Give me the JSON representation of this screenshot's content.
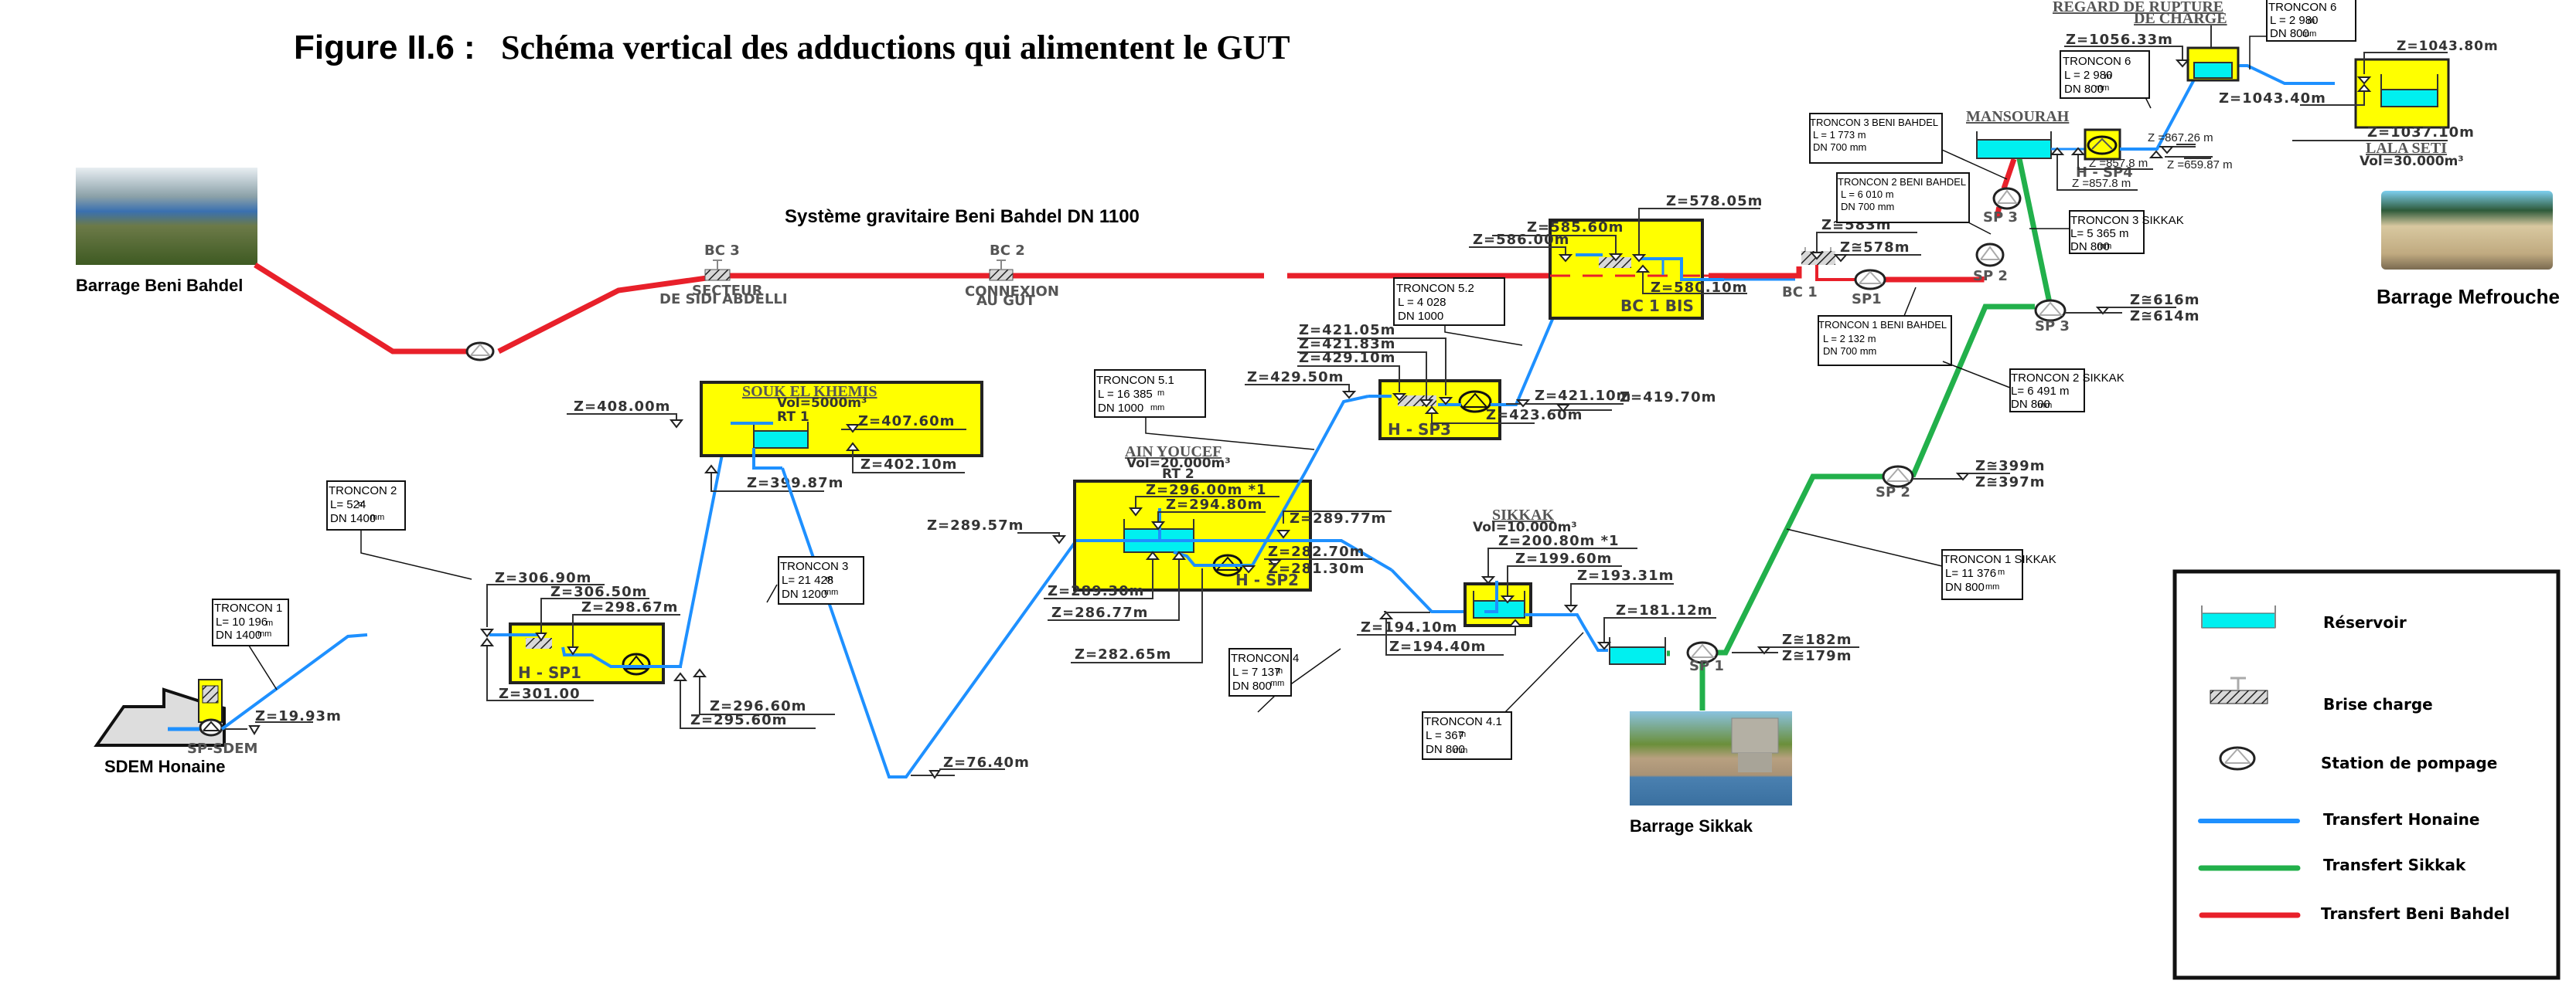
{
  "title": {
    "prefix": "Figure II.6 :",
    "text": "Schéma vertical des adductions qui alimentent le GUT"
  },
  "system_label": "Système gravitaire Beni Bahdel DN 1100",
  "colors": {
    "honaine": "#1e90ff",
    "sikkak": "#22b04b",
    "beni_bahdel": "#e8202a",
    "station_fill": "#ffff00",
    "reservoir_fill": "#00f0f0"
  },
  "sources": {
    "beni_bahdel": "Barrage Beni Bahdel",
    "sdem": "SDEM Honaine",
    "sikkak": "Barrage Sikkak",
    "mefrouche": "Barrage Mefrouche"
  },
  "beni_bahdel_line": {
    "bc3": {
      "name": "BC 3",
      "caption_1": "SECTEUR",
      "caption_2": "DE SIDI ABDELLI"
    },
    "bc2": {
      "name": "BC 2",
      "caption_1": "CONNEXION",
      "caption_2": "AU GUT"
    },
    "bc1": {
      "name": "BC 1",
      "z_top": "Z≅583m",
      "z_bottom": "Z≅578m"
    },
    "sp1": "SP1",
    "sp2": "SP 2",
    "sp3": "SP 3"
  },
  "honaine": {
    "sp_sdem": {
      "name": "SP-SDEM",
      "z": "Z=19.93m"
    },
    "h_sp1": {
      "name": "H  -  SP1",
      "z_in_top": "Z=306.90m",
      "z_bc": "Z=306.50m",
      "z_bottom": "Z=298.67m",
      "z_in_low": "Z=301.00",
      "z_out_1": "Z=296.60m",
      "z_out_2": "Z=295.60m"
    },
    "rt1": {
      "site": "SOUK EL KHEMIS",
      "vol": "Vol=5000m³",
      "name": "RT 1",
      "z_in": "Z=408.00m",
      "z_top": "Z=407.60m",
      "z_bottom": "Z=402.10m",
      "z_out": "Z=399.87m"
    },
    "low_point": "Z=76.40m",
    "rt2": {
      "site": "AIN YOUCEF",
      "vol": "Vol=20.000m³",
      "name": "RT 2",
      "station": "H - SP2",
      "z_in": "Z=289.57m",
      "z_top": "Z=296.00m  *1",
      "z_water": "Z=294.80m",
      "z_r1": "Z=289.77m",
      "z_r2": "Z=282.70m",
      "z_r3": "Z=281.30m",
      "z_b1": "Z=289.30m",
      "z_b2": "Z=286.77m",
      "z_b3": "Z=282.65m"
    },
    "h_sp3": {
      "name": "H - SP3",
      "z_1": "Z=421.05m",
      "z_2": "Z=421.83m",
      "z_3": "Z=429.10m",
      "z_in": "Z=429.50m",
      "z_out_1": "Z=421.10m",
      "z_out_2": "Z=419.70m",
      "z_low": "Z=423.60m"
    },
    "bc1bis": {
      "name": "BC 1 BIS",
      "z_a": "Z=585.60m",
      "z_b": "Z=586.00m",
      "z_c": "Z=578.05m",
      "z_d": "Z=580.10m"
    },
    "sikkak_res": {
      "site": "SIKKAK",
      "vol": "Vol=10.000m³",
      "z_top": "Z=200.80m *1",
      "z_water": "Z=199.60m",
      "z_out": "Z=193.31m",
      "z_b1": "Z=194.10m",
      "z_b2": "Z=194.40m"
    },
    "sikkak_tank_z": "Z=181.12m"
  },
  "sikkak_line": {
    "sp1": {
      "name": "SP 1",
      "z_top": "Z≅182m",
      "z_bottom": "Z≅179m"
    },
    "sp2": {
      "name": "SP 2",
      "z_top": "Z≅399m",
      "z_bottom": "Z≅397m"
    },
    "sp3": {
      "name": "SP 3",
      "z_top": "Z≅616m",
      "z_bottom": "Z≅614m"
    }
  },
  "mansourah": {
    "site": "MANSOURAH",
    "station": "H - SP4",
    "z_1": "Z =857.8 m",
    "z_2": "Z =857.8 m",
    "z_out_1": "Z =867.26 m",
    "z_out_2": "Z =659.87 m"
  },
  "regard": {
    "title_1": "REGARD DE RUPTURE",
    "title_2": "DE CHARGE",
    "z": "Z=1056.33m"
  },
  "lala_seti": {
    "site": "LALA SETI",
    "vol": "Vol=30.000m³",
    "z_top": "Z=1043.80m",
    "z_in": "Z=1043.40m",
    "z_bottom": "Z=1037.10m"
  },
  "troncons": [
    {
      "id": "t1",
      "title": "TRONCON 1",
      "length": "L= 10 196",
      "length_unit": "m",
      "dn": "DN 1400",
      "dn_unit": "mm"
    },
    {
      "id": "t2",
      "title": "TRONCON 2",
      "length": "L= 524",
      "length_unit": "m",
      "dn": "DN 1400",
      "dn_unit": "mm"
    },
    {
      "id": "t3",
      "title": "TRONCON 3",
      "length": "L= 21 428",
      "length_unit": "m",
      "dn": "DN 1200",
      "dn_unit": "mm"
    },
    {
      "id": "t4",
      "title": "TRONCON 4",
      "length": "L = 7 137",
      "length_unit": "m",
      "dn": "DN 800",
      "dn_unit": "mm"
    },
    {
      "id": "t41",
      "title": "TRONCON 4.1",
      "length": "L = 367",
      "length_unit": "m",
      "dn": "DN 800",
      "dn_unit": "mm"
    },
    {
      "id": "t51",
      "title": "TRONCON 5.1",
      "length": "L = 16 385",
      "length_unit": "m",
      "dn": "DN 1000",
      "dn_unit": "mm"
    },
    {
      "id": "t52",
      "title": "TRONCON 5.2",
      "length": "L = 4 028",
      "length_unit": "",
      "dn": "DN 1000",
      "dn_unit": ""
    },
    {
      "id": "t1bb",
      "title": "TRONCON 1 BENI BAHDEL",
      "length": "L = 2 132 m",
      "length_unit": "",
      "dn": "DN 700 mm",
      "dn_unit": ""
    },
    {
      "id": "t2bb",
      "title": "TRONCON 2 BENI BAHDEL",
      "length": "L = 6 010 m",
      "length_unit": "",
      "dn": "DN 700 mm",
      "dn_unit": ""
    },
    {
      "id": "t3bb",
      "title": "TRONCON 3 BENI BAHDEL",
      "length": "L = 1 773 m",
      "length_unit": "",
      "dn": "DN 700  mm",
      "dn_unit": ""
    },
    {
      "id": "t1sk",
      "title": "TRONCON 1 SIKKAK",
      "length": "L= 11 376",
      "length_unit": "m",
      "dn": "DN 800",
      "dn_unit": "mm"
    },
    {
      "id": "t2sk",
      "title": "TRONCON 2 SIKKAK",
      "length": "L= 6 491 m",
      "length_unit": "",
      "dn": "DN 800",
      "dn_unit": "mm"
    },
    {
      "id": "t3sk",
      "title": "TRONCON 3 SIKKAK",
      "length": "L= 5 365 m",
      "length_unit": "",
      "dn": "DN 800",
      "dn_unit": "mm"
    },
    {
      "id": "t6a",
      "title": "TRONCON 6",
      "length": "L = 2 980",
      "length_unit": "m",
      "dn": "DN 800",
      "dn_unit": "mm"
    },
    {
      "id": "t6b",
      "title": "TRONCON 6",
      "length": "L = 2 980",
      "length_unit": "m",
      "dn": "DN 800",
      "dn_unit": "mm"
    }
  ],
  "legend": [
    {
      "symbol": "reservoir-icon",
      "label": "Réservoir"
    },
    {
      "symbol": "brise-charge-icon",
      "label": "Brise charge"
    },
    {
      "symbol": "pump-station-icon",
      "label": "Station de pompage"
    },
    {
      "symbol": "line-blue",
      "label": "Transfert Honaine"
    },
    {
      "symbol": "line-green",
      "label": "Transfert Sikkak"
    },
    {
      "symbol": "line-red",
      "label": "Transfert Beni Bahdel"
    }
  ]
}
